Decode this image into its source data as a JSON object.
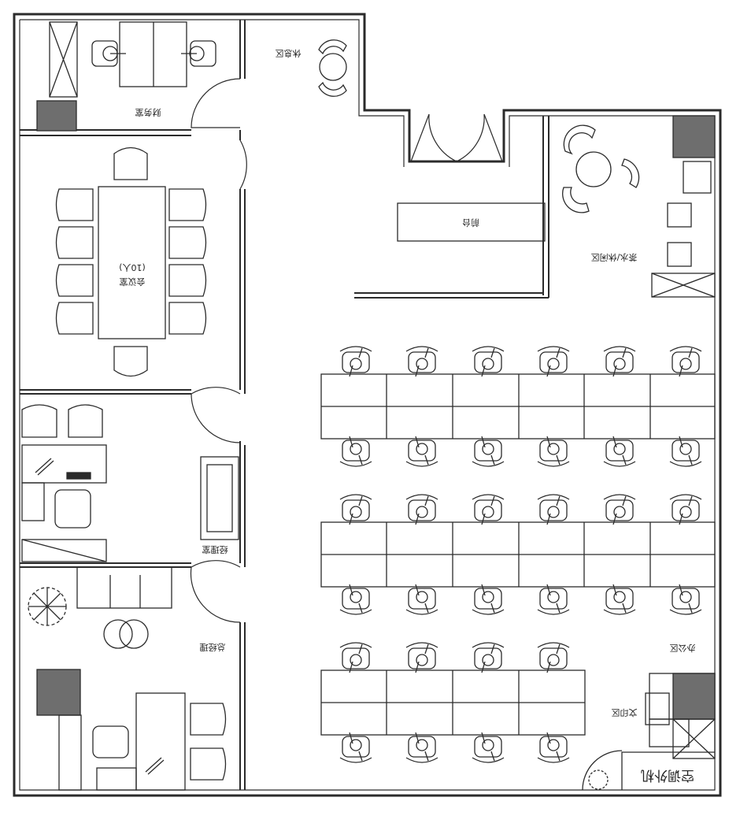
{
  "labels": {
    "finance": "财务室",
    "lounge": "休息区",
    "conference": "会议室",
    "conference_cap": "(10人)",
    "reception": "前台",
    "pantry": "茶水/休闲区",
    "manager": "经理室",
    "gm": "总经理",
    "office": "办公区",
    "print": "文印区",
    "ac": "空调外机"
  },
  "colors": {
    "line": "#2b2b2b",
    "fill_dark": "#6e6e6e",
    "bg": "#ffffff"
  }
}
